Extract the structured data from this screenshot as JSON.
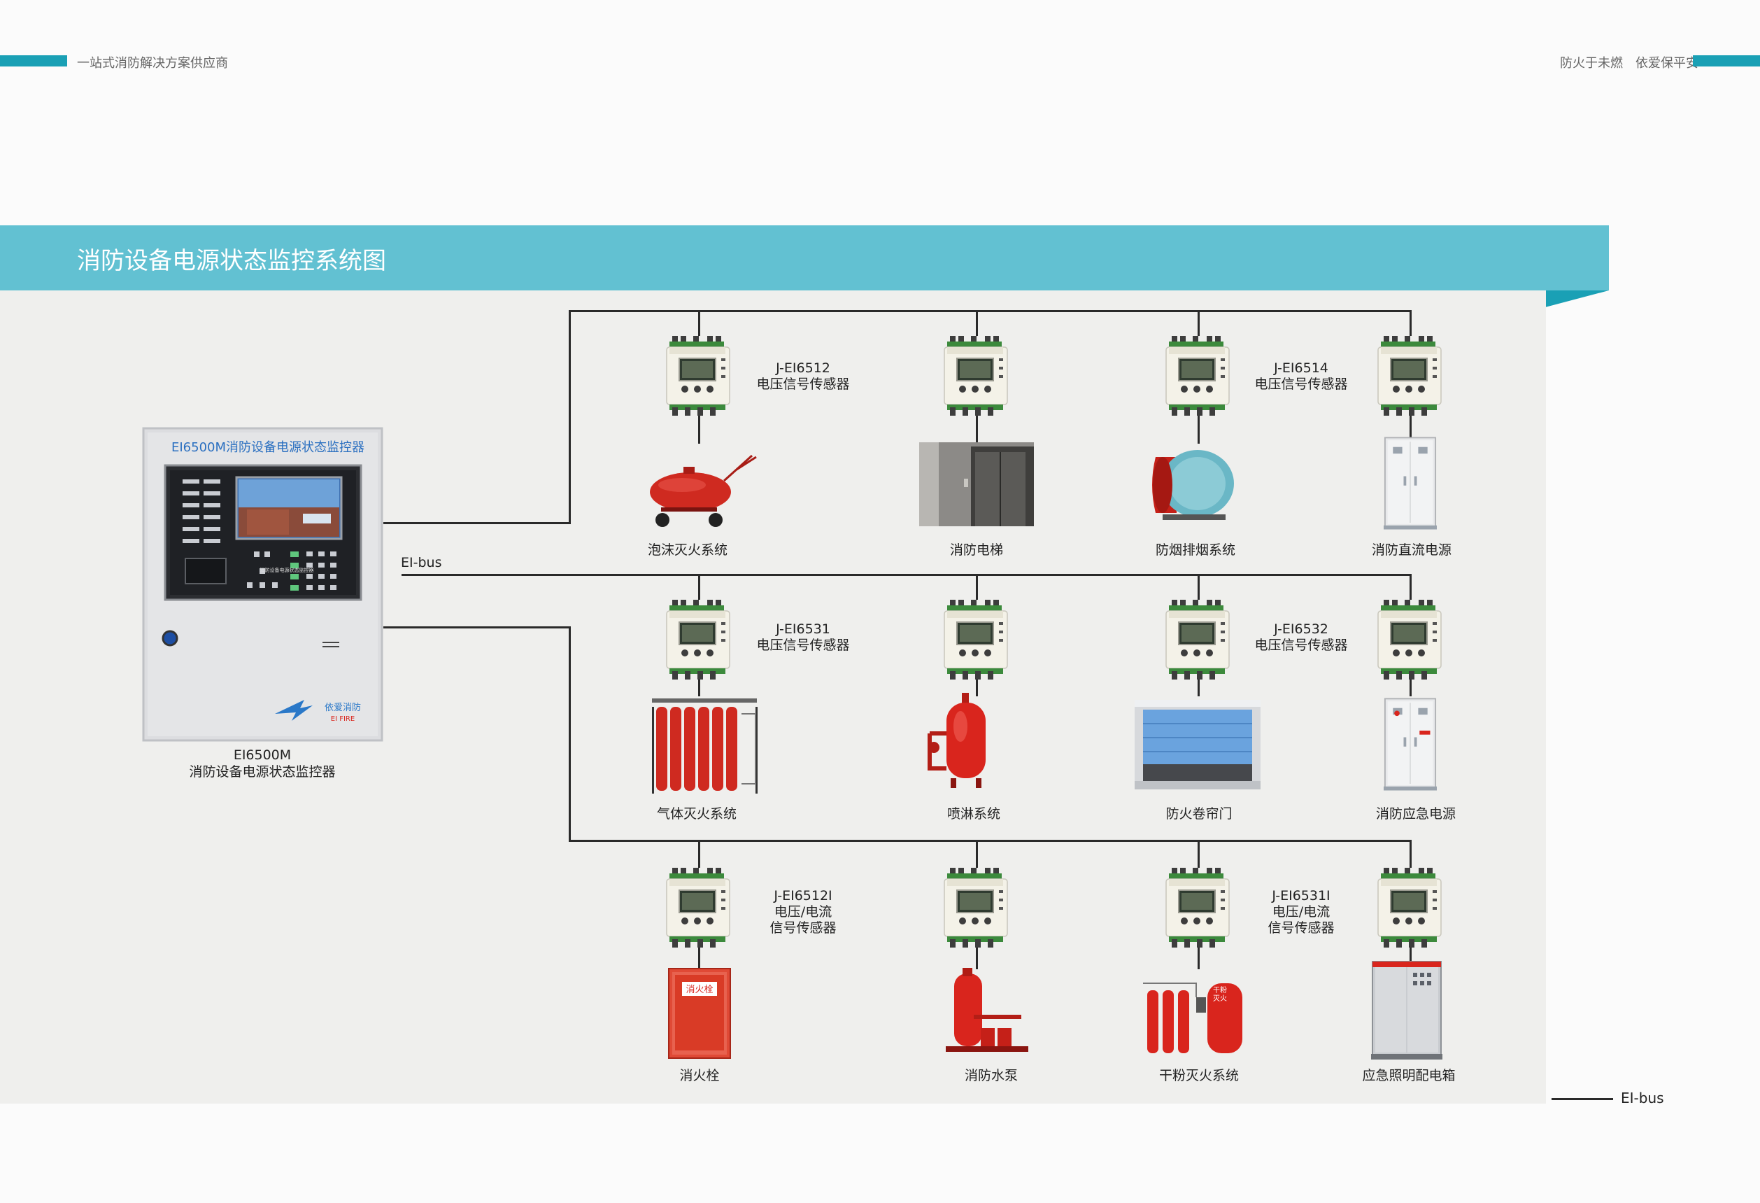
{
  "header": {
    "left_text": "一站式消防解决方案供应商",
    "right_text": "防火于未燃　依爱保平安"
  },
  "banner": {
    "title": "消防设备电源状态监控系统图"
  },
  "controller": {
    "panel_title": "EI6500M消防设备电源状态监控器",
    "screen_text": "消防设备电源状态监控器",
    "logo_text_cn": "依爱消防",
    "logo_text_en": "EI FIRE",
    "model": "EI6500M",
    "name": "消防设备电源状态监控器"
  },
  "bus_label": "EI-bus",
  "legend": {
    "label": "EI-bus"
  },
  "rows": [
    {
      "sensor_labels": [
        {
          "model": "J-EI6512",
          "desc": "电压信号传感器"
        },
        {
          "model": "J-EI6514",
          "desc": "电压信号传感器"
        }
      ],
      "equipment": [
        "泡沫灭火系统",
        "消防电梯",
        "防烟排烟系统",
        "消防直流电源"
      ]
    },
    {
      "sensor_labels": [
        {
          "model": "J-EI6531",
          "desc": "电压信号传感器"
        },
        {
          "model": "J-EI6532",
          "desc": "电压信号传感器"
        }
      ],
      "equipment": [
        "气体灭火系统",
        "喷淋系统",
        "防火卷帘门",
        "消防应急电源"
      ]
    },
    {
      "sensor_labels": [
        {
          "model": "J-EI6512I",
          "desc1": "电压/电流",
          "desc2": "信号传感器"
        },
        {
          "model": "J-EI6531I",
          "desc1": "电压/电流",
          "desc2": "信号传感器"
        }
      ],
      "equipment": [
        "消火栓",
        "消防水泵",
        "干粉灭火系统",
        "应急照明配电箱"
      ]
    }
  ],
  "product_labels": {
    "hydrant": "消火栓",
    "powder": "干粉灭火"
  },
  "colors": {
    "accent": "#1aa0b5",
    "banner": "#62c1d2",
    "bus_line": "#2a2a2a",
    "fire_red": "#d9251d"
  }
}
